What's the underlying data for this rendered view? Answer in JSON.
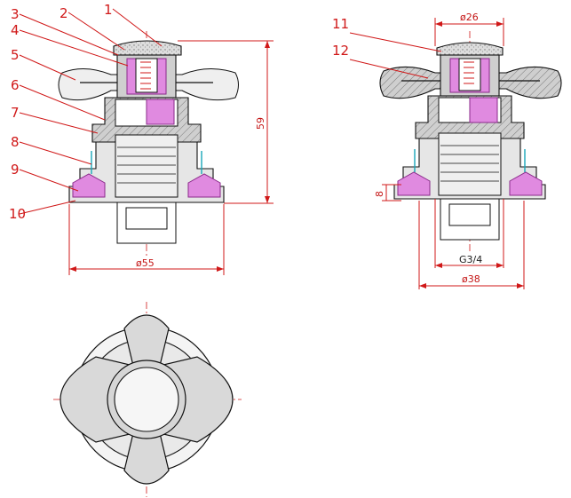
{
  "callouts": {
    "c1": "1",
    "c2": "2",
    "c3": "3",
    "c4": "4",
    "c5": "5",
    "c6": "6",
    "c7": "7",
    "c8": "8",
    "c9": "9",
    "c10": "10",
    "c11": "11",
    "c12": "12"
  },
  "dimensions": {
    "height": "59",
    "base_diameter": "ø55",
    "cap_diameter": "ø26",
    "flange_height": "8",
    "thread": "G3/4",
    "flange_diameter": "ø38"
  },
  "colors": {
    "dimension_line": "#d01818",
    "part_section": "#e08ae0",
    "body": "#c9c9c9",
    "seal": "#19a6b8"
  }
}
